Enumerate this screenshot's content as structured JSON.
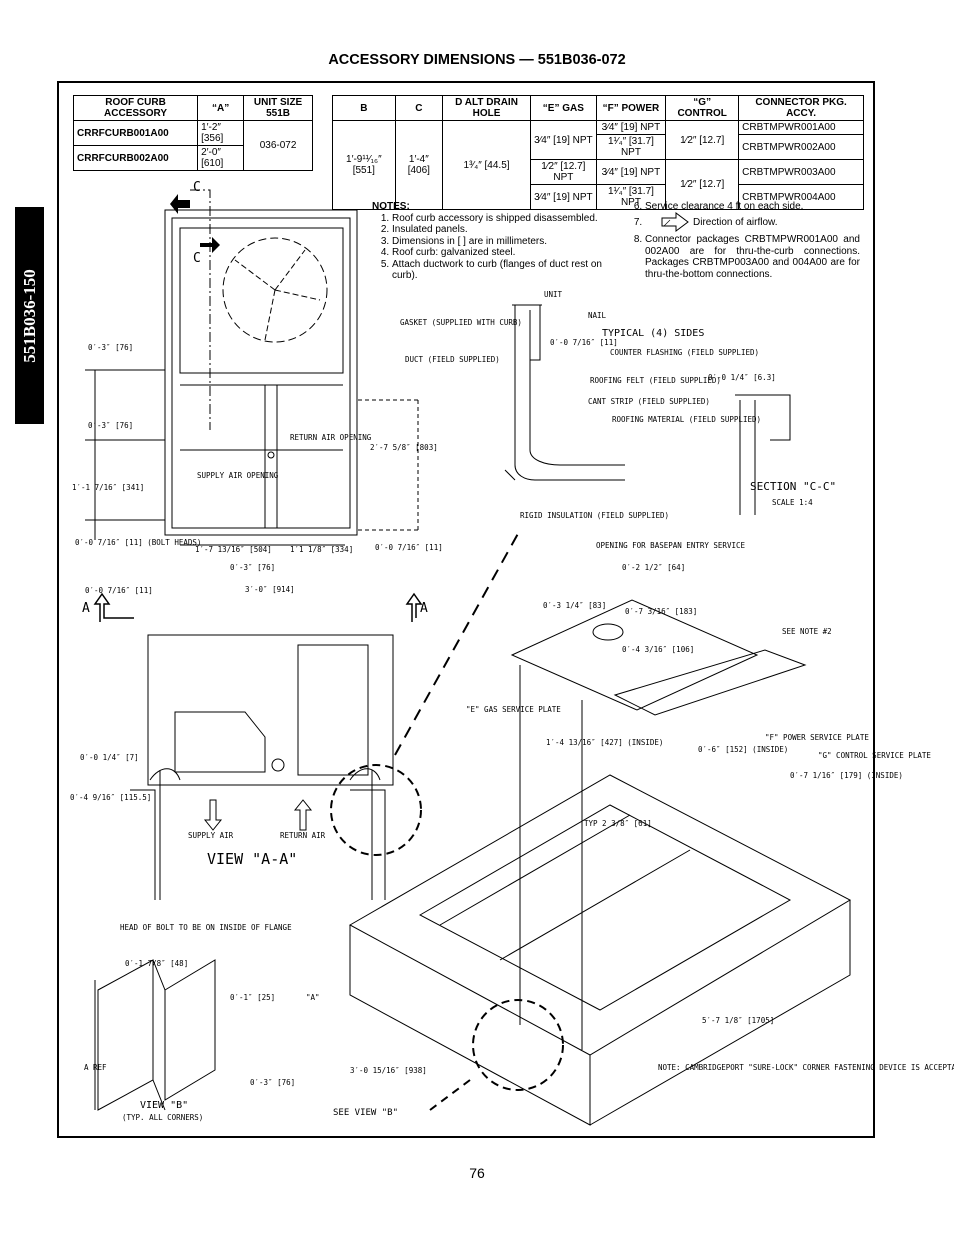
{
  "page": {
    "title": "ACCESSORY DIMENSIONS — 551B036-072",
    "side_tab": "551B036-150",
    "page_number": "76"
  },
  "table_curb": {
    "headers": [
      "ROOF CURB ACCESSORY",
      "“A”",
      "UNIT SIZE 551B"
    ],
    "rows": [
      {
        "accessory": "CRRFCURB001A00",
        "a": "1′-2″ [356]"
      },
      {
        "accessory": "CRRFCURB002A00",
        "a": "2′-0″ [610]"
      }
    ],
    "unit_size": "036-072"
  },
  "table_conn": {
    "headers": [
      "B",
      "C",
      "D ALT DRAIN HOLE",
      "“E” GAS",
      "“F” POWER",
      "“G” CONTROL",
      "CONNECTOR PKG. ACCY."
    ],
    "b": "1′-9¹¹⁄₁₆″ [551]",
    "c": "1′-4″ [406]",
    "d": "1³⁄₄″ [44.5]",
    "e": [
      "3⁄4″ [19] NPT",
      "1⁄2″ [12.7] NPT",
      "3⁄4″ [19] NPT"
    ],
    "f": [
      "3⁄4″ [19] NPT",
      "1¹⁄₄″ [31.7] NPT",
      "3⁄4″ [19] NPT",
      "1¹⁄₄″ [31.7] NPT"
    ],
    "g": [
      "1⁄2″ [12.7]",
      "1⁄2″ [12.7]"
    ],
    "pkg": [
      "CRBTMPWR001A00",
      "CRBTMPWR002A00",
      "CRBTMPWR003A00",
      "CRBTMPWR004A00"
    ]
  },
  "notes": {
    "heading": "NOTES:",
    "left": [
      "Roof curb accessory is shipped disassembled.",
      "Insulated panels.",
      "Dimensions in [ ] are in millimeters.",
      "Roof curb: galvanized steel.",
      "Attach ductwork to curb (flanges of duct rest on curb)."
    ],
    "right": [
      "Service clearance 4 ft on each side.",
      "Direction of airflow.",
      "Connector packages CRBTMPWR001A00 and 002A00 are for thru-the-curb connections. Packages CRBTMP003A00 and 004A00 are for thru-the-bottom connections."
    ]
  },
  "drawing": {
    "section_c": "C",
    "section_a": "A",
    "view_aa": "VIEW \"A-A\"",
    "section_cc": "SECTION \"C-C\"",
    "scale": "SCALE 1:4",
    "typical_sides": "TYPICAL (4) SIDES",
    "unit": "UNIT",
    "nail": "NAIL",
    "gasket": "GASKET (SUPPLIED WITH CURB)",
    "duct": "DUCT (FIELD SUPPLIED)",
    "counter_flashing": "COUNTER FLASHING (FIELD SUPPLIED)",
    "roofing_felt": "ROOFING FELT (FIELD SUPPLIED)",
    "cant_strip": "CANT STRIP (FIELD SUPPLIED)",
    "roofing_material": "ROOFING MATERIAL (FIELD SUPPLIED)",
    "rigid_insulation": "RIGID INSULATION (FIELD SUPPLIED)",
    "return_air": "RETURN AIR OPENING",
    "supply_air": "SUPPLY AIR OPENING",
    "supply_air_short": "SUPPLY AIR",
    "return_air_short": "RETURN AIR",
    "basepan": "OPENING FOR BASEPAN ENTRY SERVICE",
    "see_note": "SEE NOTE #2",
    "gas_plate": "\"E\" GAS SERVICE PLATE",
    "power_plate": "\"F\" POWER SERVICE PLATE",
    "control_plate": "\"G\" CONTROL SERVICE PLATE",
    "bolt_head": "HEAD OF BOLT TO BE ON INSIDE OF FLANGE",
    "view_b": "VIEW \"B\"",
    "view_b_sub": "(TYP. ALL CORNERS)",
    "see_view_b": "SEE VIEW \"B\"",
    "note_bottom": "NOTE: CAMBRIDGEPORT \"SURE-LOCK\" CORNER FASTENING DEVICE IS ACCEPTABLE ALTERNATE CONSTRUCTION.",
    "dims": {
      "d1": "0′-3″ [76]",
      "d2": "0′-3″ [76]",
      "d3": "1′-1 7/16″ [341]",
      "d4": "2′-7 5/8″ [803]",
      "d5": "0′-0 7/16″ [11] (BOLT HEADS)",
      "d6": "1′-7 13/16″ [504]",
      "d7": "1′1 1/8″ [334]",
      "d8": "0′-3″ [76]",
      "d9": "3′-0″ [914]",
      "d10": "0′-0 7/16″ [11]",
      "d11": "0′-0 1/4″ [7]",
      "d12": "0′-4 9/16″ [115.5]",
      "d13": "0′-0 7/16″ [11]",
      "d14": "0′-0 1/4″ [6.3]",
      "d15": "0′-2 1/2″ [64]",
      "d16": "0′-3 1/4″ [83]",
      "d17": "0′-7 3/16″ [183]",
      "d18": "0′-4 3/16″ [106]",
      "d19": "1′-4 13/16″ [427] (INSIDE)",
      "d20": "0′-6″ [152] (INSIDE)",
      "d21": "0′-7 1/16″ [179] (INSIDE)",
      "d22": "TYP 2 3/8″ [61]",
      "d23": "0′-1 7/8″ [48]",
      "d24": "0′-1″ [25]",
      "d25": "0′-3″ [76]",
      "d26": "5′-7 1/8″ [1705]",
      "d27": "3′-0 15/16″ [938]",
      "a_ref": "\"A\"",
      "a_ref2": "A REF"
    }
  }
}
